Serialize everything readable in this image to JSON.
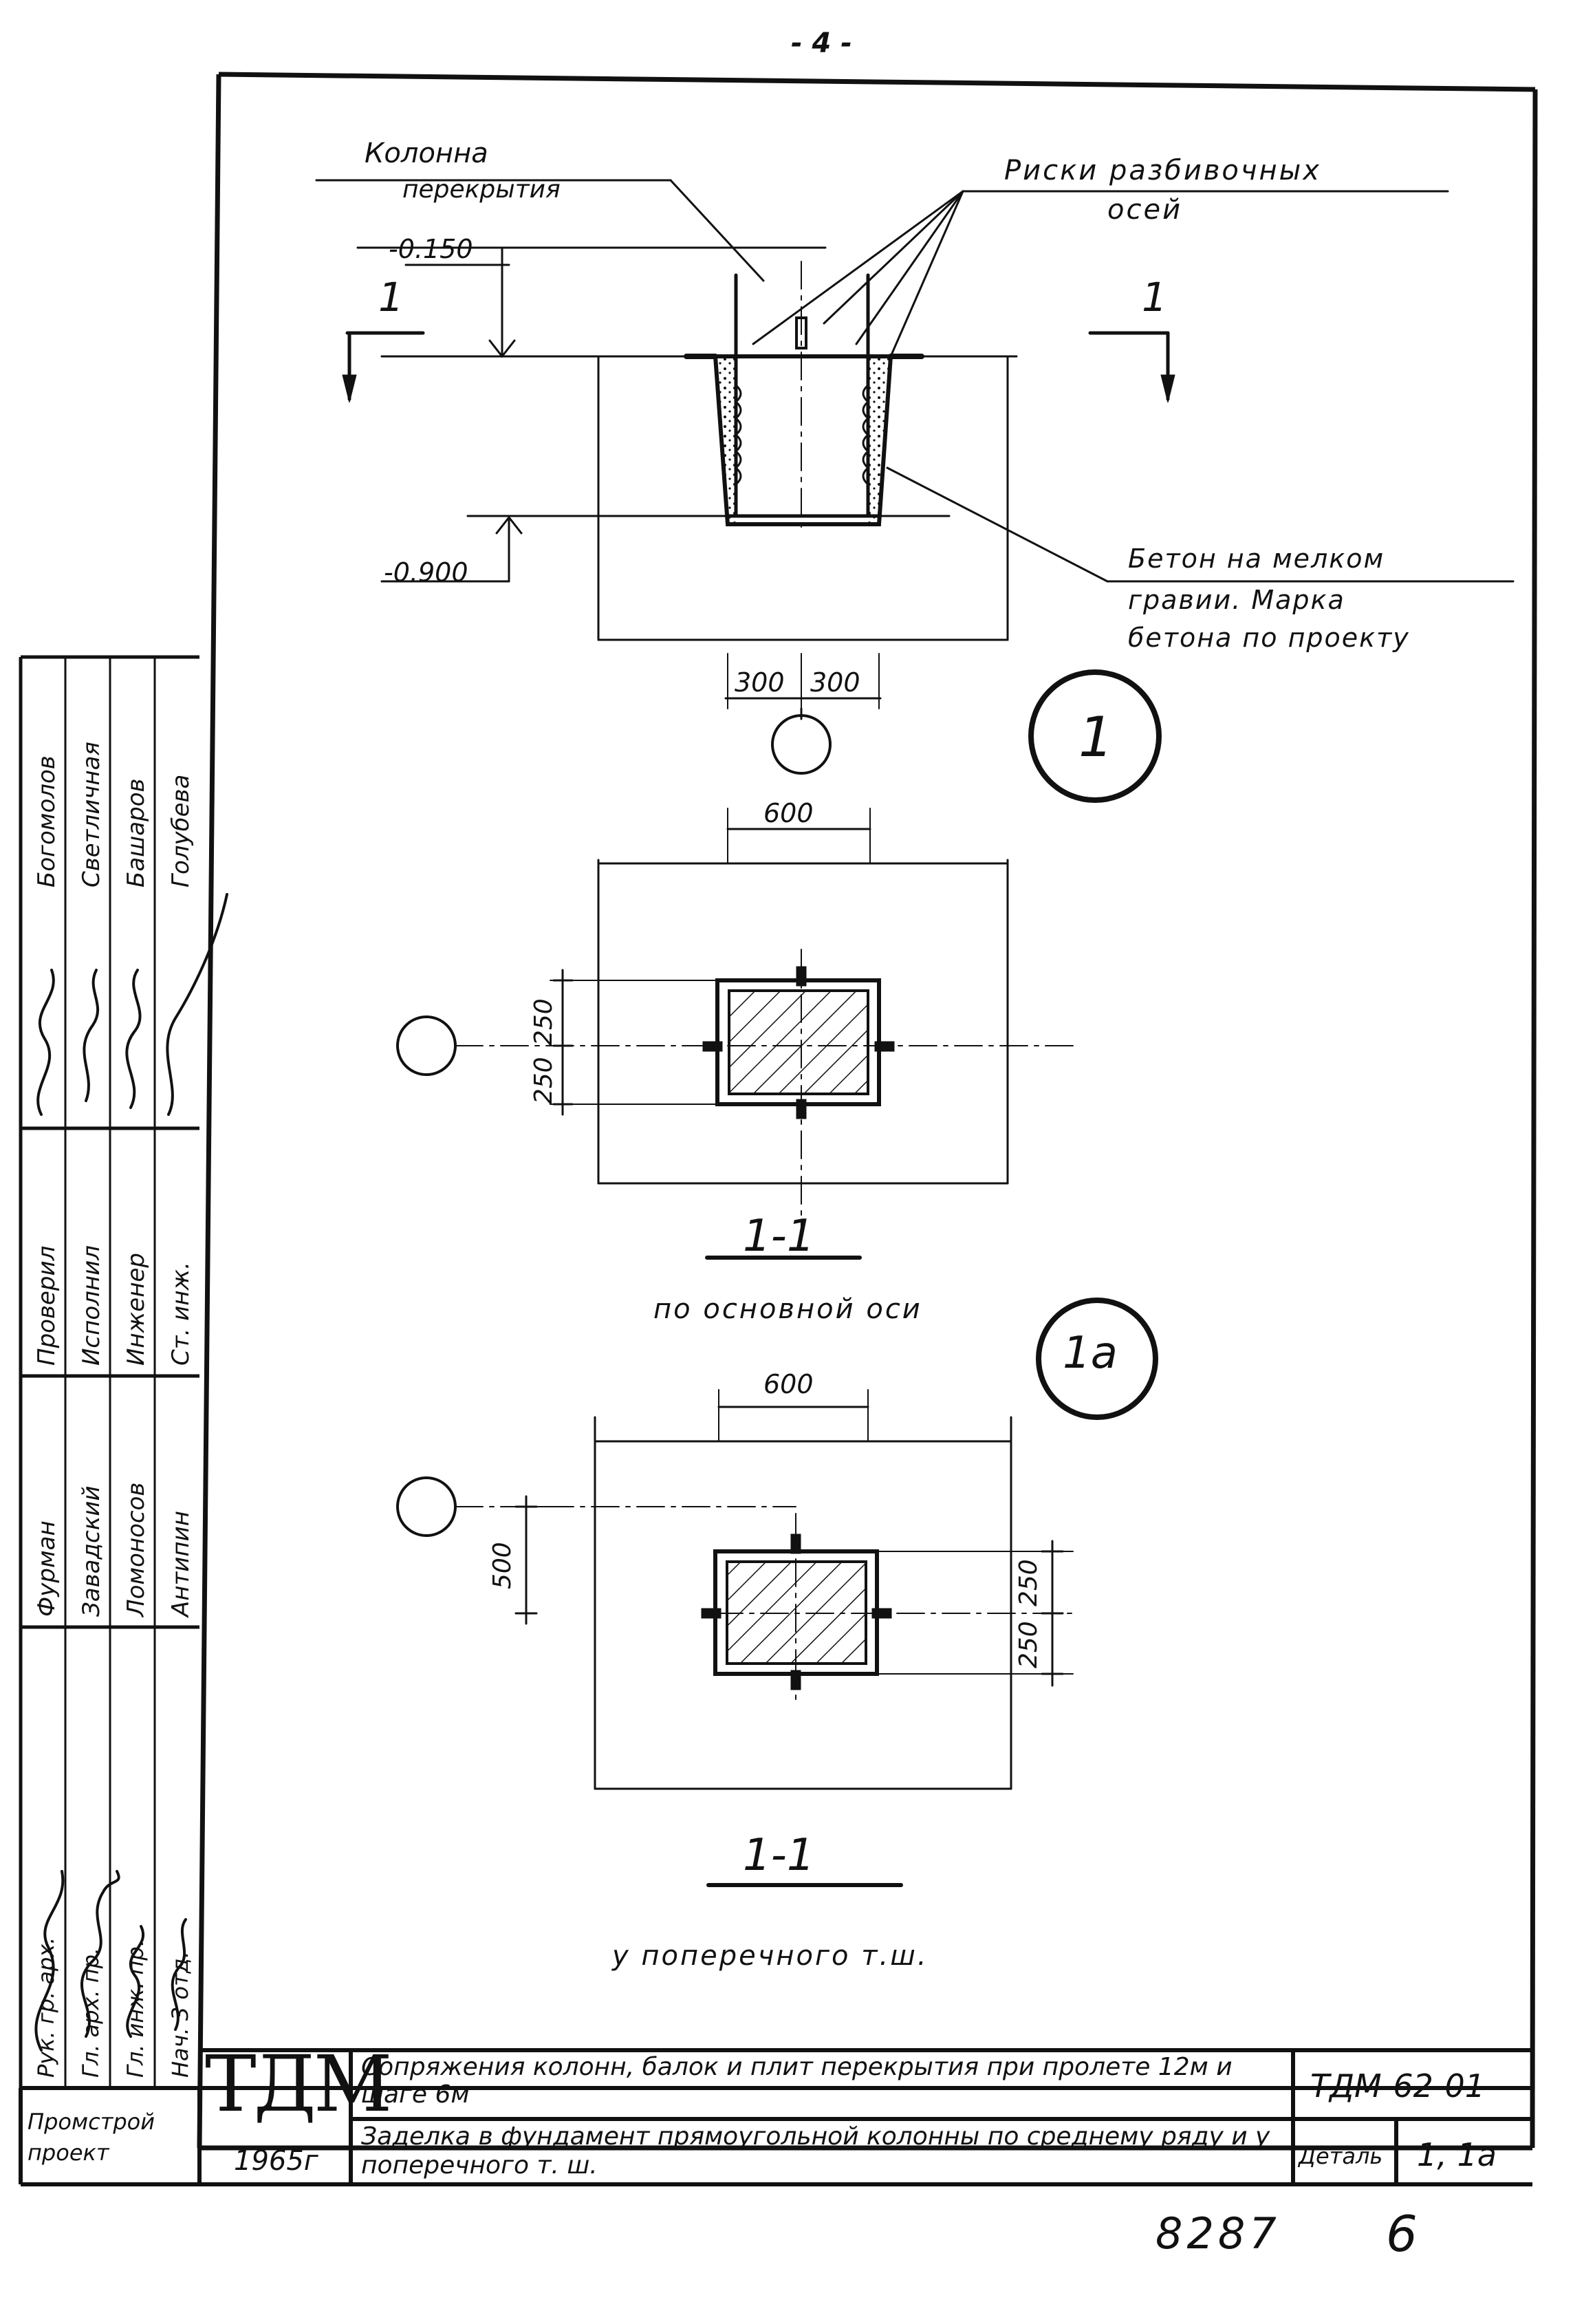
{
  "page_number": "- 4 -",
  "drawing": {
    "column_label_line1": "Колонна",
    "column_label_line2": "перекрытия",
    "axis_marks_line1": "Риски разбивочных",
    "axis_marks_line2": "осей",
    "level_top": "-0.150",
    "level_bottom": "-0.900",
    "section_mark": "1",
    "concrete_line1": "Бетон на мелком",
    "concrete_line2": "гравии. Марка",
    "concrete_line3": "бетона по проекту",
    "dim_300_left": "300",
    "dim_300_right": "300",
    "detail_1": "1",
    "detail_1a": "1а",
    "dim_600_a": "600",
    "dim_250_a1": "250",
    "dim_250_a2": "250",
    "dim_600_b": "600",
    "dim_500_b": "500",
    "dim_250_b1": "250",
    "dim_250_b2": "250",
    "section_title_a": "1-1",
    "section_sub_a": "по основной оси",
    "section_title_b": "1-1",
    "section_sub_b": "у поперечного т.ш."
  },
  "signatures_table": {
    "col1": [
      "Рук. гр. арх.",
      "Гл. арх. пр.",
      "Гл. инж. пр.",
      "Нач. 3 отд."
    ],
    "col3": [
      "Фурман",
      "Завадский",
      "Ломоносов",
      "Антипин"
    ],
    "col4": [
      "Проверил",
      "Исполнил",
      "Инженер",
      "Ст. инж."
    ],
    "col6": [
      "Богомолов",
      "Светличная",
      "Башаров",
      "Голубева"
    ]
  },
  "title_block": {
    "org_line1": "Промстрой",
    "org_line2": "проект",
    "logo": "ТДМ",
    "year": "1965г",
    "title_top": "Сопряжения колонн, балок и плит перекрытия при пролете 12м и шаге 6м",
    "title_bottom": "Заделка в фундамент прямоугольной колонны по среднему ряду и у поперечного т. ш.",
    "code": "ТДМ-62-01",
    "detail_label": "Деталь",
    "detail_value": "1, 1а"
  },
  "footer": {
    "number": "8287",
    "sheet": "6"
  }
}
